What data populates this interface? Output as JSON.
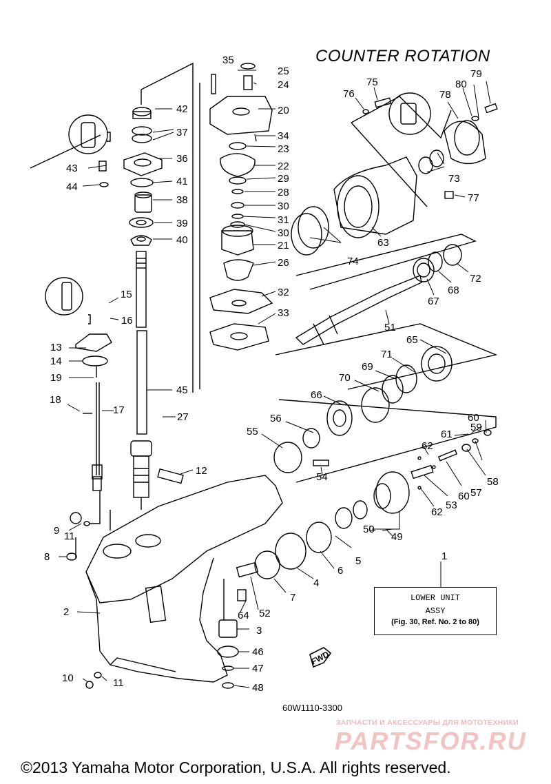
{
  "diagram": {
    "title": "COUNTER  ROTATION",
    "drawing_number": "60W1110-3300",
    "copyright": "©2013 Yamaha Motor Corporation, U.S.A. All rights reserved.",
    "assembly_box": {
      "line1": "LOWER UNIT",
      "line2": "ASSY",
      "line3": "(Fig. 30, Ref. No. 2 to 80)"
    },
    "fwd_label": "FWD",
    "watermark": {
      "text": "ЗАПЧАСТИ И АКСЕССУАРЫ ДЛЯ МОТОТЕХНИКИ",
      "logo": "PARTSFOR.RU"
    },
    "part_labels": [
      {
        "n": "1"
      },
      {
        "n": "2"
      },
      {
        "n": "3"
      },
      {
        "n": "4"
      },
      {
        "n": "5"
      },
      {
        "n": "6"
      },
      {
        "n": "7"
      },
      {
        "n": "8"
      },
      {
        "n": "9"
      },
      {
        "n": "10"
      },
      {
        "n": "11"
      },
      {
        "n": "11"
      },
      {
        "n": "12"
      },
      {
        "n": "13"
      },
      {
        "n": "14"
      },
      {
        "n": "15"
      },
      {
        "n": "16"
      },
      {
        "n": "17"
      },
      {
        "n": "18"
      },
      {
        "n": "19"
      },
      {
        "n": "20"
      },
      {
        "n": "21"
      },
      {
        "n": "22"
      },
      {
        "n": "23"
      },
      {
        "n": "24"
      },
      {
        "n": "25"
      },
      {
        "n": "26"
      },
      {
        "n": "27"
      },
      {
        "n": "28"
      },
      {
        "n": "29"
      },
      {
        "n": "30"
      },
      {
        "n": "30"
      },
      {
        "n": "31"
      },
      {
        "n": "32"
      },
      {
        "n": "33"
      },
      {
        "n": "34"
      },
      {
        "n": "35"
      },
      {
        "n": "36"
      },
      {
        "n": "37"
      },
      {
        "n": "38"
      },
      {
        "n": "39"
      },
      {
        "n": "40"
      },
      {
        "n": "41"
      },
      {
        "n": "42"
      },
      {
        "n": "43"
      },
      {
        "n": "44"
      },
      {
        "n": "45"
      },
      {
        "n": "46"
      },
      {
        "n": "47"
      },
      {
        "n": "48"
      },
      {
        "n": "49"
      },
      {
        "n": "50"
      },
      {
        "n": "51"
      },
      {
        "n": "52"
      },
      {
        "n": "53"
      },
      {
        "n": "54"
      },
      {
        "n": "55"
      },
      {
        "n": "56"
      },
      {
        "n": "57"
      },
      {
        "n": "58"
      },
      {
        "n": "59"
      },
      {
        "n": "60"
      },
      {
        "n": "60"
      },
      {
        "n": "61"
      },
      {
        "n": "62"
      },
      {
        "n": "62"
      },
      {
        "n": "63"
      },
      {
        "n": "64"
      },
      {
        "n": "65"
      },
      {
        "n": "66"
      },
      {
        "n": "67"
      },
      {
        "n": "68"
      },
      {
        "n": "69"
      },
      {
        "n": "70"
      },
      {
        "n": "71"
      },
      {
        "n": "72"
      },
      {
        "n": "73"
      },
      {
        "n": "74"
      },
      {
        "n": "75"
      },
      {
        "n": "76"
      },
      {
        "n": "77"
      },
      {
        "n": "78"
      },
      {
        "n": "79"
      },
      {
        "n": "80"
      }
    ]
  }
}
